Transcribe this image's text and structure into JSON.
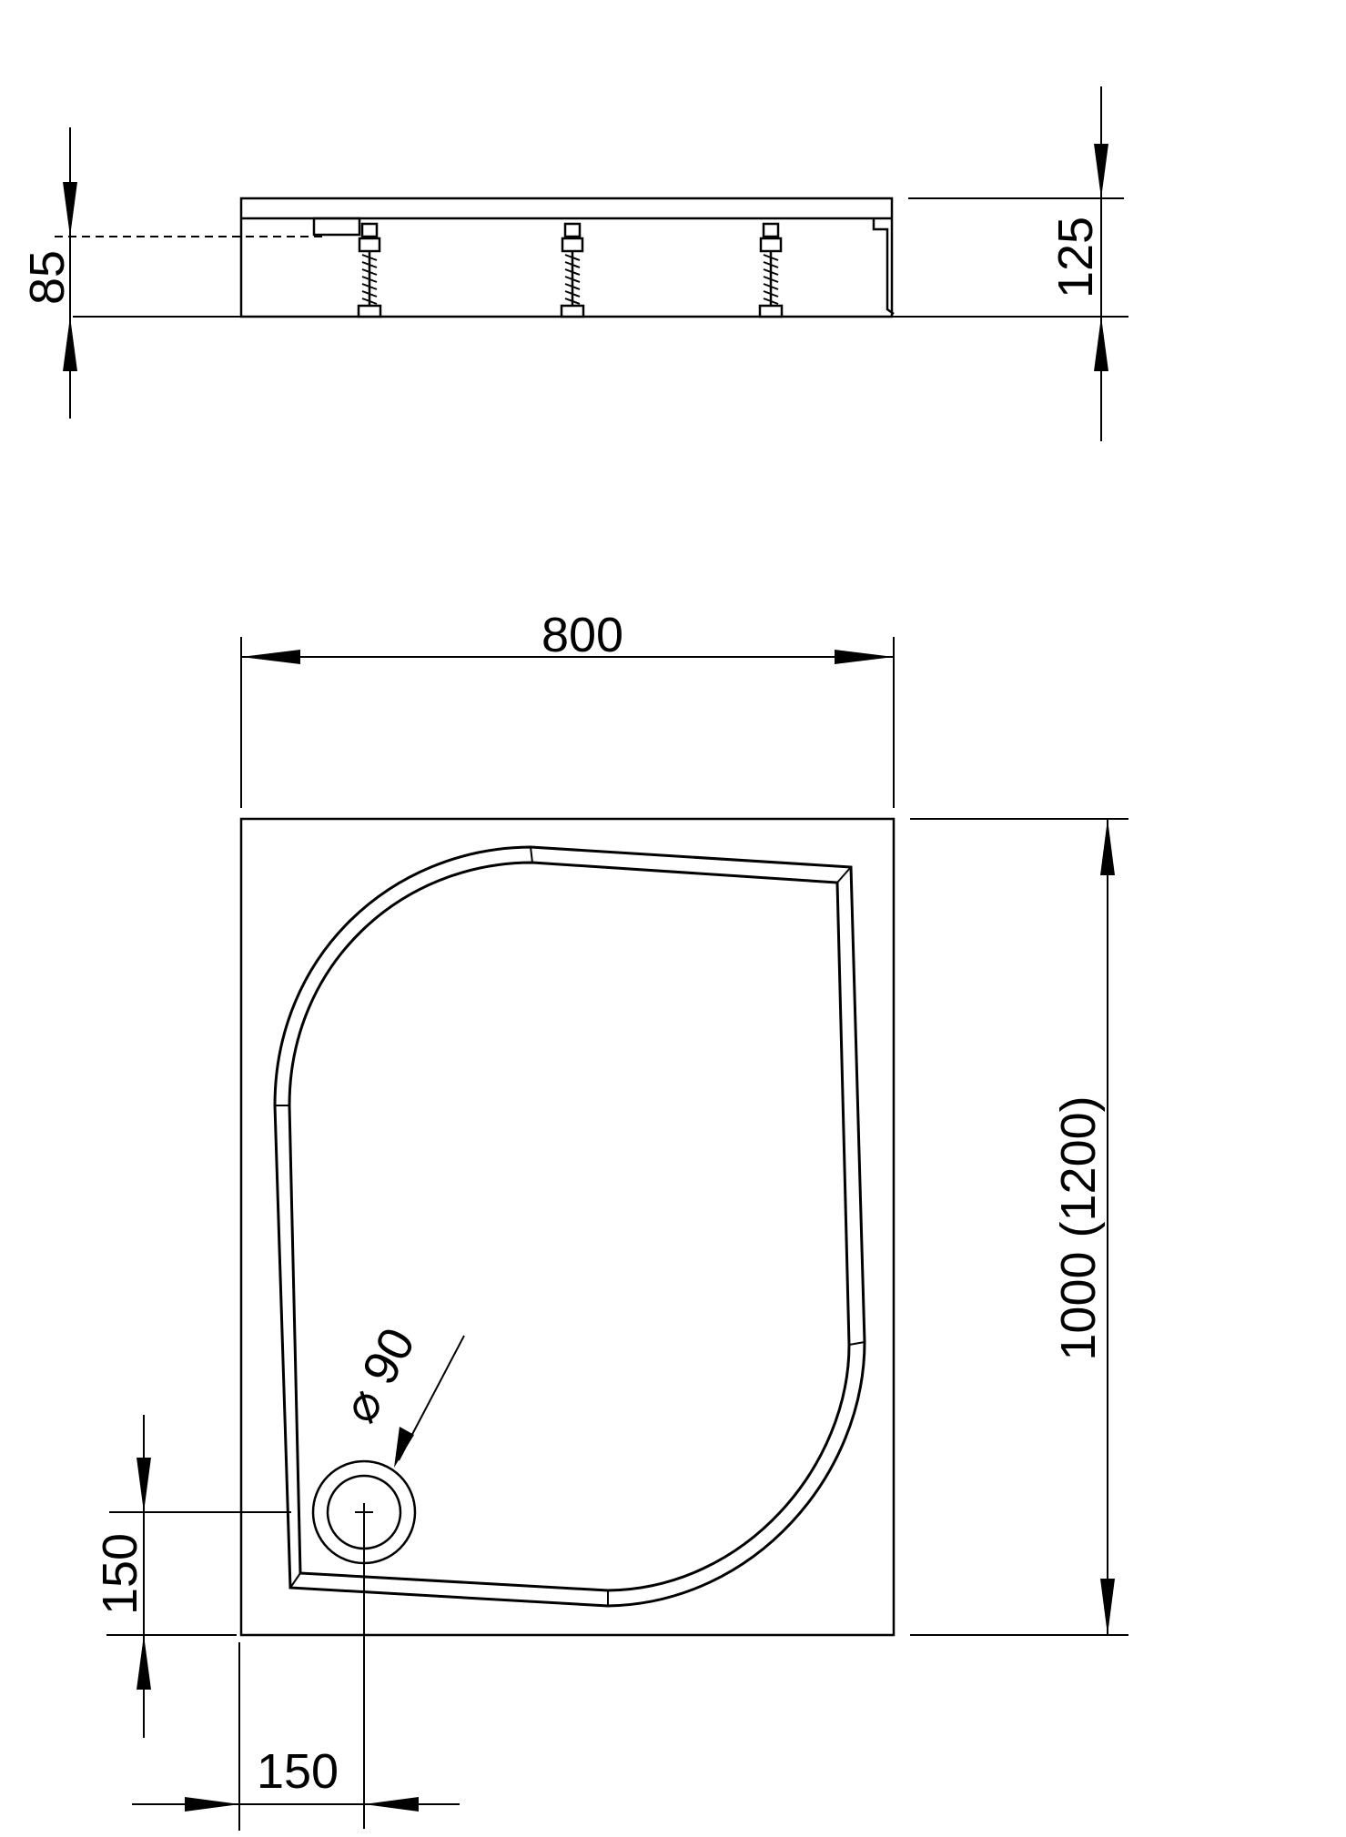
{
  "side_view": {
    "dim_total_height": "125",
    "dim_rim_height": "85"
  },
  "top_view": {
    "dim_width": "800",
    "dim_length": "1000 (1200)",
    "dim_drain_from_bottom": "150",
    "dim_drain_from_left": "150",
    "dim_drain_diameter": "⌀ 90"
  }
}
